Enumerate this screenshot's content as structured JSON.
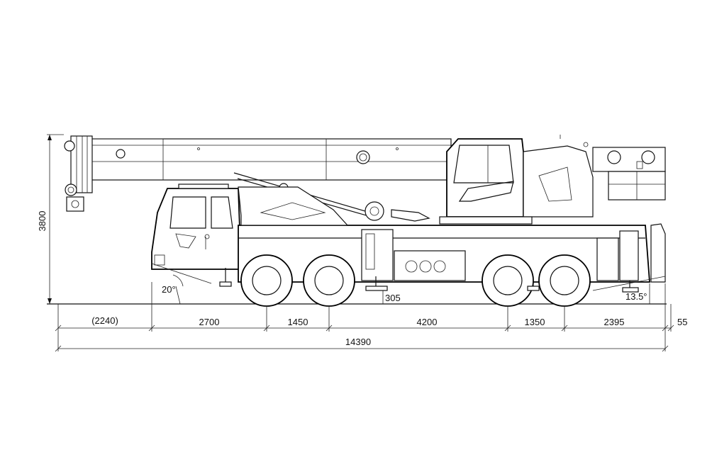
{
  "dimensions": {
    "height": "3800",
    "front_overhang": "(2240)",
    "seg_1": "2700",
    "seg_2": "1450",
    "seg_3": "4200",
    "seg_4": "1350",
    "seg_5": "2395",
    "rear_gap": "55",
    "total_length": "14390",
    "outrigger_height": "305"
  },
  "angles": {
    "approach": "20°",
    "departure": "13.5°"
  }
}
